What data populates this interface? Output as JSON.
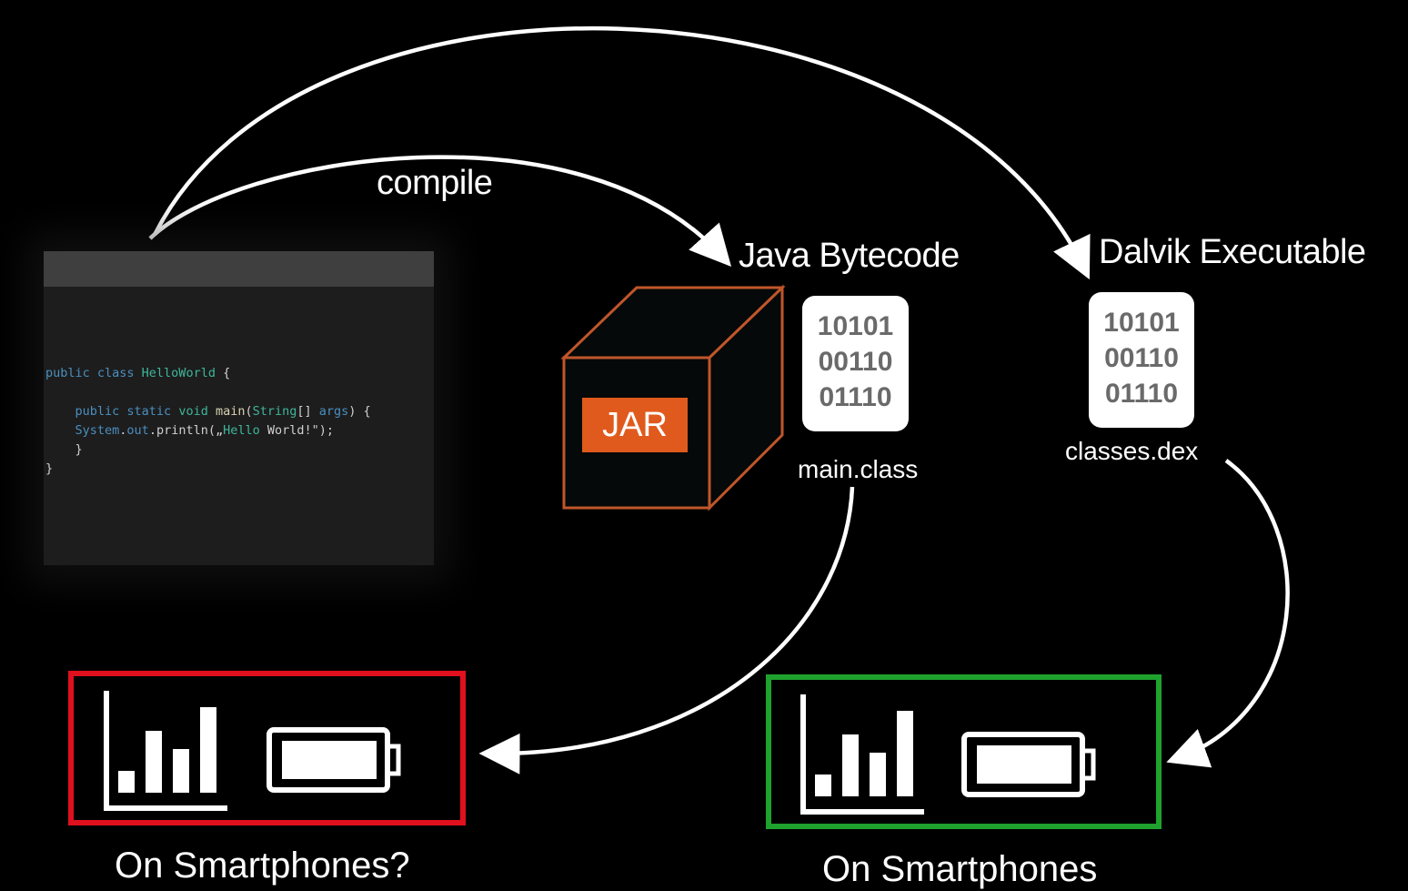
{
  "code_editor": {
    "lines": [
      {
        "parts": [
          {
            "t": "public class ",
            "c": "kw"
          },
          {
            "t": "HelloWorld",
            "c": "ty"
          },
          {
            "t": " {",
            "c": "pl"
          }
        ]
      },
      {
        "parts": [
          {
            "t": "",
            "c": "pl"
          }
        ]
      },
      {
        "parts": [
          {
            "t": "    public static ",
            "c": "kw"
          },
          {
            "t": "void ",
            "c": "ty"
          },
          {
            "t": "main",
            "c": "fn"
          },
          {
            "t": "(",
            "c": "pl"
          },
          {
            "t": "String",
            "c": "ty"
          },
          {
            "t": "[] ",
            "c": "pl"
          },
          {
            "t": "args",
            "c": "kw"
          },
          {
            "t": ") {",
            "c": "pl"
          }
        ]
      },
      {
        "parts": [
          {
            "t": "    System",
            "c": "kw"
          },
          {
            "t": ".",
            "c": "pl"
          },
          {
            "t": "out",
            "c": "kw"
          },
          {
            "t": ".println(„",
            "c": "pl"
          },
          {
            "t": "Hello",
            "c": "st"
          },
          {
            "t": " World!\");",
            "c": "pl"
          }
        ]
      },
      {
        "parts": [
          {
            "t": "    }",
            "c": "pl"
          }
        ]
      },
      {
        "parts": [
          {
            "t": "}",
            "c": "pl"
          }
        ]
      }
    ]
  },
  "arrows": {
    "compile_label": "compile"
  },
  "java_bytecode": {
    "title": "Java Bytecode",
    "jar_label": "JAR",
    "binary_lines": [
      "10101",
      "00110",
      "01110"
    ],
    "file_name": "main.class"
  },
  "dalvik": {
    "title": "Dalvik Executable",
    "binary_lines": [
      "10101",
      "00110",
      "01110"
    ],
    "file_name": "classes.dex"
  },
  "targets": [
    {
      "label": "On Smartphones?",
      "status": "bad",
      "border_color": "#e0101e"
    },
    {
      "label": "On Smartphones",
      "status": "good",
      "border_color": "#1fa12e"
    }
  ],
  "colors": {
    "background": "#000000",
    "jar_orange": "#e05a1d",
    "cube_stroke": "#c0562a",
    "editor_bg": "#1d1d1d",
    "editor_bar": "#3f3f3f"
  },
  "icons": {
    "chart": "bar-chart-icon",
    "battery": "battery-full-icon"
  }
}
